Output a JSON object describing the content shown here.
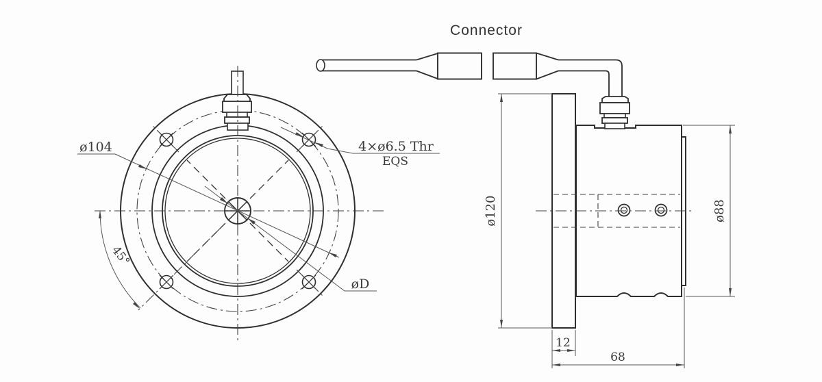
{
  "connector": {
    "label": "Connector"
  },
  "front_view": {
    "bolt_circle_diameter": "ø104",
    "bolt_hole_callout": "4×ø6.5 Thr",
    "bolt_hole_note": "EQS",
    "bolt_angle": "45°",
    "center_hole_diameter": "øD"
  },
  "side_view": {
    "flange_diameter": "ø120",
    "body_diameter": "ø88",
    "flange_thickness": "12",
    "overall_length": "68"
  },
  "colors": {
    "line": "#2e2e2e",
    "dimension": "#555555",
    "background": "#fdfdfd"
  }
}
